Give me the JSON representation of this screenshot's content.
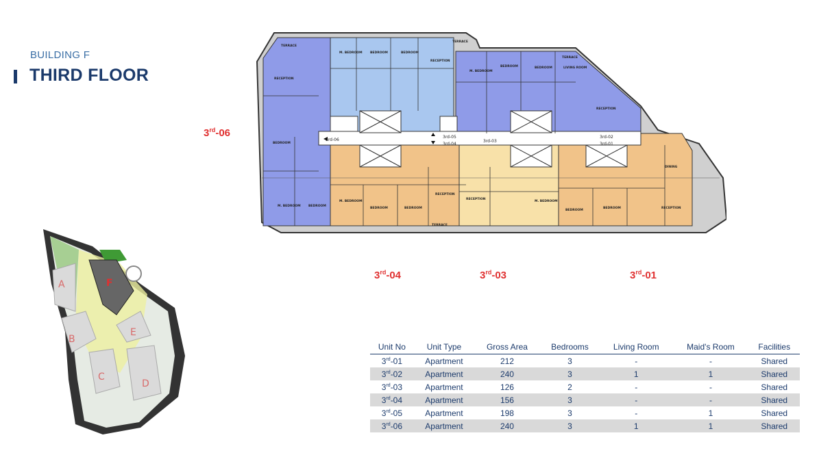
{
  "header": {
    "building": "BUILDING F",
    "floor_title": "THIRD FLOOR"
  },
  "unit_labels": [
    {
      "id": "06",
      "base": "3",
      "sup": "rd",
      "suffix": "-06"
    },
    {
      "id": "04",
      "base": "3",
      "sup": "rd",
      "suffix": "-04"
    },
    {
      "id": "03",
      "base": "3",
      "sup": "rd",
      "suffix": "-03"
    },
    {
      "id": "01",
      "base": "3",
      "sup": "rd",
      "suffix": "-01"
    }
  ],
  "floorplan": {
    "colors": {
      "blue": "#8f9be8",
      "light_blue": "#a9c7ef",
      "orange": "#f1c389",
      "light_yellow": "#f8e1a9",
      "corridor": "#ffffff",
      "gray": "#c9c9c9"
    },
    "room_labels": [
      "TERRACE",
      "TERRACE",
      "TERRACE",
      "TERRACE",
      "M. BEDROOM",
      "BEDROOM",
      "BEDROOM",
      "BEDROOM",
      "BEDROOM",
      "M. BEDROOM",
      "RECEPTION",
      "RECEPTION",
      "RECEPTION",
      "RECEPTION",
      "RECEPTION",
      "RECEPTION",
      "LIVING ROOM",
      "DINING",
      "BEDROOM",
      "BEDROOM",
      "M. BEDROOM",
      "BEDROOM",
      "BEDROOM",
      "M. BEDROOM",
      "M. BEDROOM",
      "BEDROOM",
      "BEDROOM"
    ],
    "corridor_tags": [
      "3rd-06",
      "3rd-05",
      "3rd-04",
      "3rd-03",
      "3rd-02",
      "3rd-01"
    ]
  },
  "siteplan": {
    "building_letters": [
      "A",
      "B",
      "C",
      "D",
      "E",
      "F"
    ],
    "colors": {
      "highlight": "#e03030",
      "dark": "#333333",
      "green": "#8cc370",
      "yellow": "#eef0a0"
    }
  },
  "table": {
    "headers": [
      "Unit No",
      "Unit Type",
      "Gross Area",
      "Bedrooms",
      "Living Room",
      "Maid's Room",
      "Facilities"
    ],
    "rows": [
      {
        "unit_base": "3",
        "unit_sup": "rd",
        "unit_suffix": "-01",
        "type": "Apartment",
        "area": "212",
        "bedrooms": "3",
        "living": "-",
        "maid": "-",
        "facilities": "Shared"
      },
      {
        "unit_base": "3",
        "unit_sup": "rd",
        "unit_suffix": "-02",
        "type": "Apartment",
        "area": "240",
        "bedrooms": "3",
        "living": "1",
        "maid": "1",
        "facilities": "Shared"
      },
      {
        "unit_base": "3",
        "unit_sup": "rd",
        "unit_suffix": "-03",
        "type": "Apartment",
        "area": "126",
        "bedrooms": "2",
        "living": "-",
        "maid": "-",
        "facilities": "Shared"
      },
      {
        "unit_base": "3",
        "unit_sup": "rd",
        "unit_suffix": "-04",
        "type": "Apartment",
        "area": "156",
        "bedrooms": "3",
        "living": "-",
        "maid": "-",
        "facilities": "Shared"
      },
      {
        "unit_base": "3",
        "unit_sup": "rd",
        "unit_suffix": "-05",
        "type": "Apartment",
        "area": "198",
        "bedrooms": "3",
        "living": "-",
        "maid": "1",
        "facilities": "Shared"
      },
      {
        "unit_base": "3",
        "unit_sup": "rd",
        "unit_suffix": "-06",
        "type": "Apartment",
        "area": "240",
        "bedrooms": "3",
        "living": "1",
        "maid": "1",
        "facilities": "Shared"
      }
    ]
  }
}
